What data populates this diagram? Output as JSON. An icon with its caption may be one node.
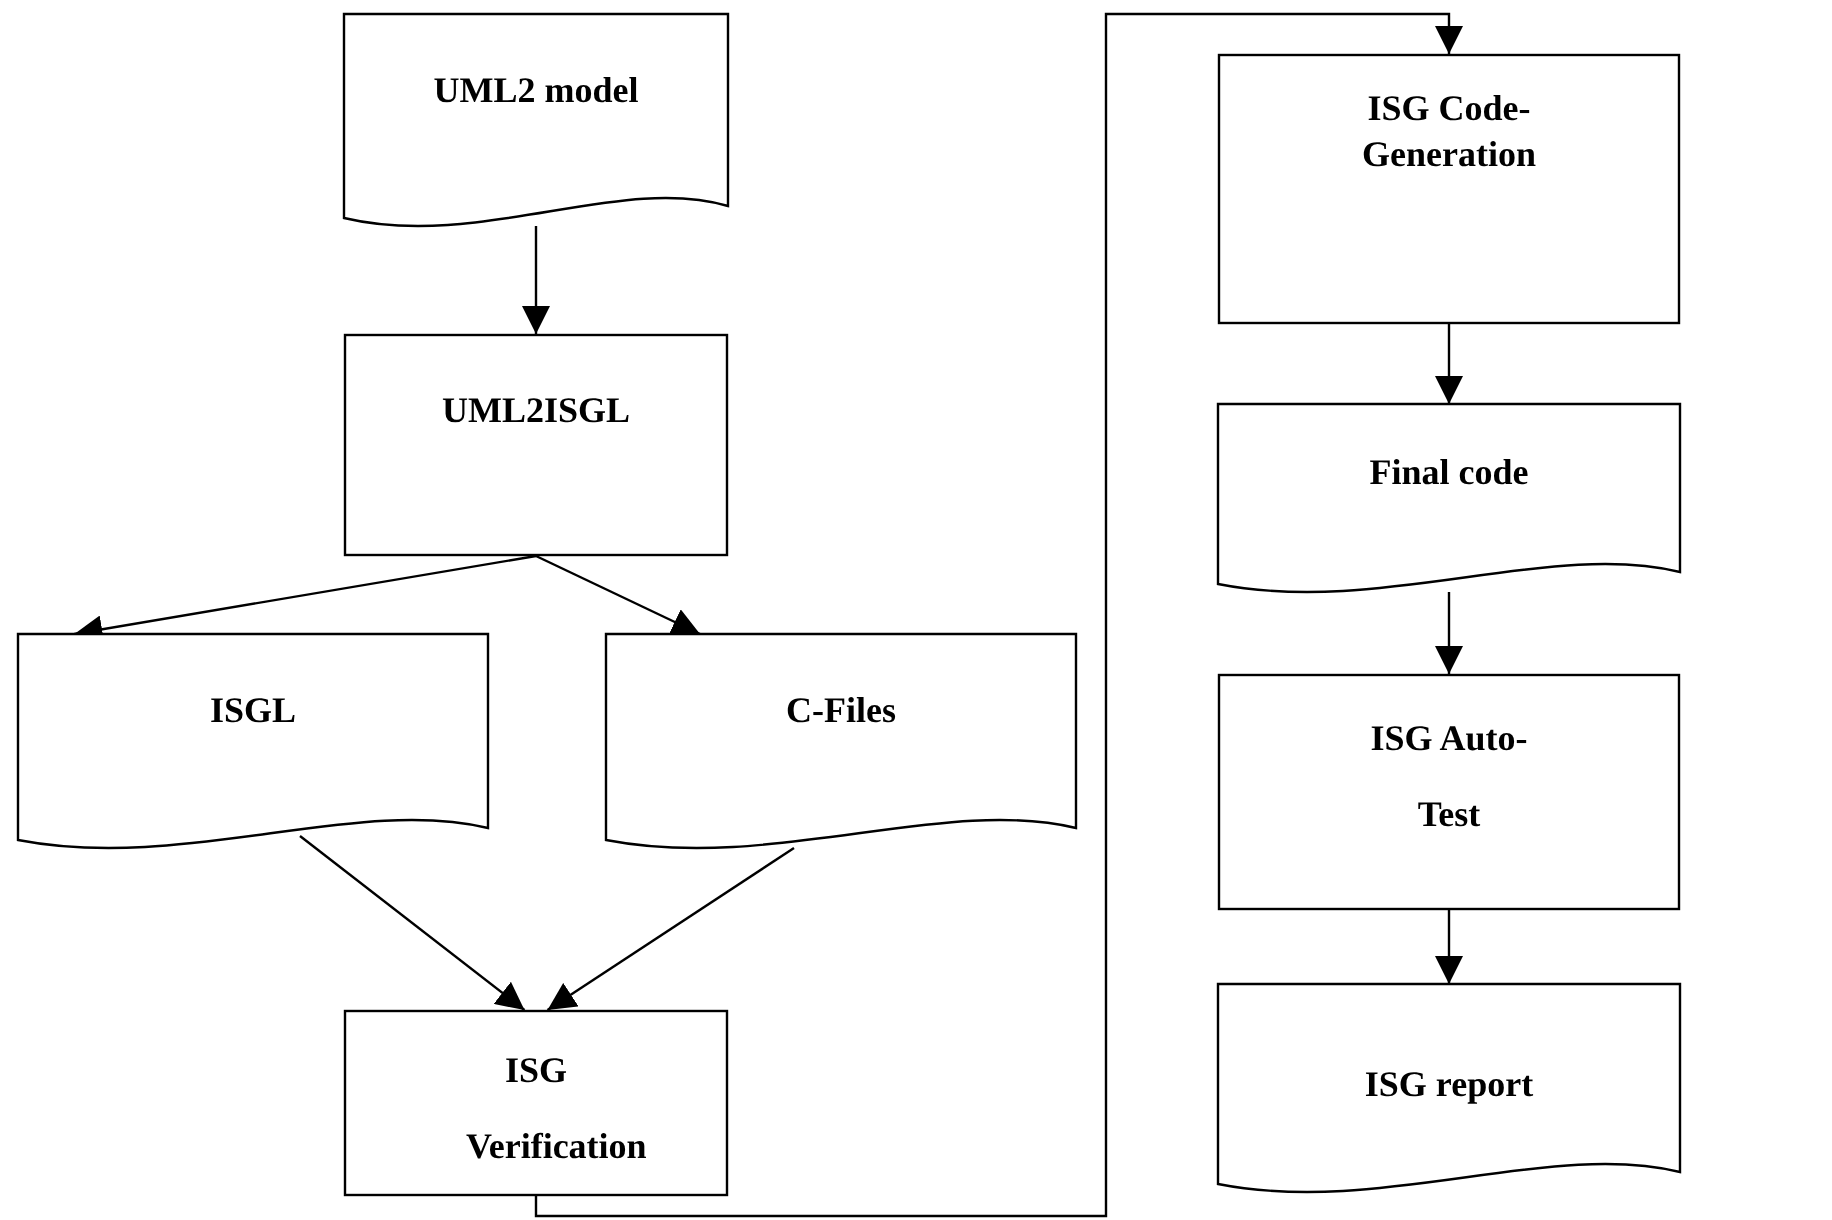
{
  "diagram": {
    "nodes": [
      {
        "text": [
          "UML2 model"
        ]
      },
      {
        "text": [
          "UML2ISGL"
        ]
      },
      {
        "text": [
          "ISGL"
        ]
      },
      {
        "text": [
          "C-Files"
        ]
      },
      {
        "text": [
          "ISG Verification"
        ]
      },
      {
        "text": [
          "ISG Code-Generation"
        ]
      },
      {
        "text": [
          "Final code"
        ]
      },
      {
        "text": [
          "ISG Auto-Test"
        ]
      },
      {
        "text": [
          "ISG report"
        ]
      }
    ],
    "edges": [
      {
        "from": 0,
        "to": 1,
        "arrow": "to"
      },
      {
        "from": 1,
        "to": 2,
        "arrow": "to"
      },
      {
        "from": 1,
        "to": 3,
        "arrow": "to"
      },
      {
        "from": 2,
        "to": 4,
        "arrow": "to"
      },
      {
        "from": 3,
        "to": 4,
        "arrow": "to"
      },
      {
        "from": 4,
        "to": 5,
        "arrow": "to"
      },
      {
        "from": 5,
        "to": 6,
        "arrow": "to"
      },
      {
        "from": 6,
        "to": 7,
        "arrow": "to"
      },
      {
        "from": 7,
        "to": 8,
        "arrow": "to"
      }
    ]
  }
}
